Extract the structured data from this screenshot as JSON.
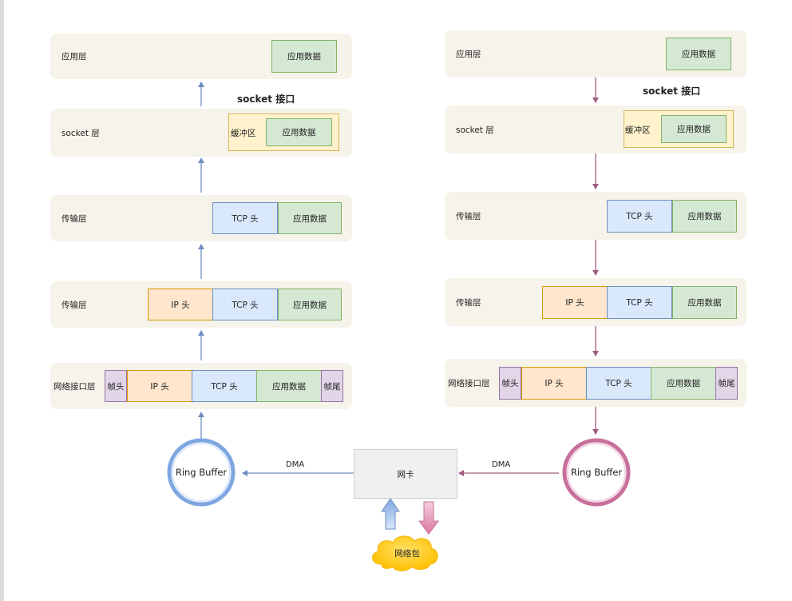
{
  "left_stack": {
    "app": {
      "label": "应用层",
      "data": "应用数据"
    },
    "socket": {
      "label": "socket 层",
      "buffer": "缓冲区",
      "data": "应用数据"
    },
    "socket_title": "socket 接口",
    "transport": {
      "label": "传输层",
      "tcp": "TCP 头",
      "data": "应用数据"
    },
    "network": {
      "label": "传输层",
      "ip": "IP 头",
      "tcp": "TCP 头",
      "data": "应用数据"
    },
    "link": {
      "label": "网络接口层",
      "frame_head": "帧头",
      "ip": "IP 头",
      "tcp": "TCP 头",
      "data": "应用数据",
      "frame_tail": "帧尾"
    }
  },
  "right_stack": {
    "app": {
      "label": "应用层",
      "data": "应用数据"
    },
    "socket": {
      "label": "socket 层",
      "buffer": "缓冲区",
      "data": "应用数据"
    },
    "socket_title": "socket 接口",
    "transport": {
      "label": "传输层",
      "tcp": "TCP 头",
      "data": "应用数据"
    },
    "network": {
      "label": "传输层",
      "ip": "IP 头",
      "tcp": "TCP 头",
      "data": "应用数据"
    },
    "link": {
      "label": "网络接口层",
      "frame_head": "帧头",
      "ip": "IP 头",
      "tcp": "TCP 头",
      "data": "应用数据",
      "frame_tail": "帧尾"
    }
  },
  "nic": {
    "label": "网卡"
  },
  "ring_buffer_left": {
    "label": "Ring Buffer"
  },
  "ring_buffer_right": {
    "label": "Ring Buffer"
  },
  "dma_left": "DMA",
  "dma_right": "DMA",
  "packet": {
    "label": "网络包"
  },
  "colors": {
    "receive_arrow": "#6c8ebf",
    "send_arrow": "#9e5d7e",
    "ring_left": "#7ea6e0",
    "ring_right": "#c8709b",
    "cloud": "#ffcd28"
  }
}
